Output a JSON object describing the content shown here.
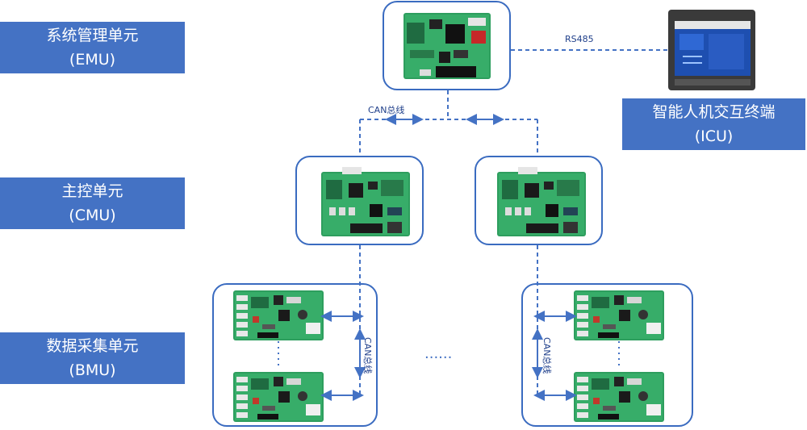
{
  "labels": {
    "emu": {
      "name": "系统管理单元",
      "code": "(EMU)"
    },
    "cmu": {
      "name": "主控单元",
      "code": "(CMU)"
    },
    "bmu": {
      "name": "数据采集单元",
      "code": "(BMU)"
    },
    "icu": {
      "name": "智能人机交互终端",
      "code": "(ICU)"
    }
  },
  "connections": {
    "rs485": "RS485",
    "can_top": "CAN总线",
    "can_left": "CAN总线",
    "can_right": "CAN总线"
  },
  "ellipsis": "......",
  "colors": {
    "label_bg": "#4472c4",
    "line": "#4472c4",
    "board": "#2e9e5e"
  }
}
